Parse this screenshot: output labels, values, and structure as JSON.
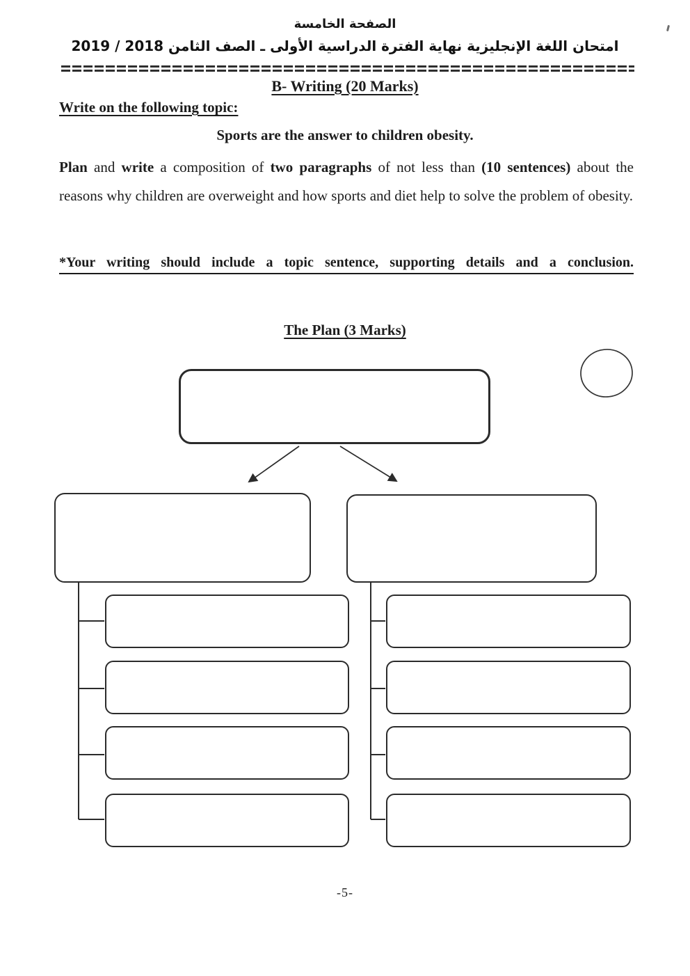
{
  "header": {
    "page_label_ar": "الصفحة الخامسة",
    "exam_title_ar": "امتحان اللغة الإنجليزية نهاية الفترة الدراسية الأولى ـ الصف الثامن 2018 / 2019"
  },
  "writing_section": {
    "title": "B- Writing (20 Marks)",
    "prompt_heading": "Write on the following topic:",
    "topic": "Sports are the answer to children obesity.",
    "task_segments": [
      {
        "text": "Plan",
        "bold": true
      },
      {
        "text": " and ",
        "bold": false
      },
      {
        "text": "write",
        "bold": true
      },
      {
        "text": " a composition of ",
        "bold": false
      },
      {
        "text": "two paragraphs",
        "bold": true
      },
      {
        "text": " of not less than ",
        "bold": false
      },
      {
        "text": "(10 sentences)",
        "bold": true
      },
      {
        "text": " about the reasons why children are overweight and how sports and diet help to solve the problem of obesity.",
        "bold": false
      }
    ],
    "note": "*Your writing should include a topic sentence, supporting details and a conclusion."
  },
  "plan_section": {
    "title": "The Plan (3 Marks)",
    "diagram": {
      "top_box_text": "",
      "left_branch": {
        "main_box_text": "",
        "sub_box_texts": [
          "",
          "",
          "",
          ""
        ]
      },
      "right_branch": {
        "main_box_text": "",
        "sub_box_texts": [
          "",
          "",
          "",
          ""
        ]
      }
    }
  },
  "footer": {
    "page_number": "-5-"
  }
}
